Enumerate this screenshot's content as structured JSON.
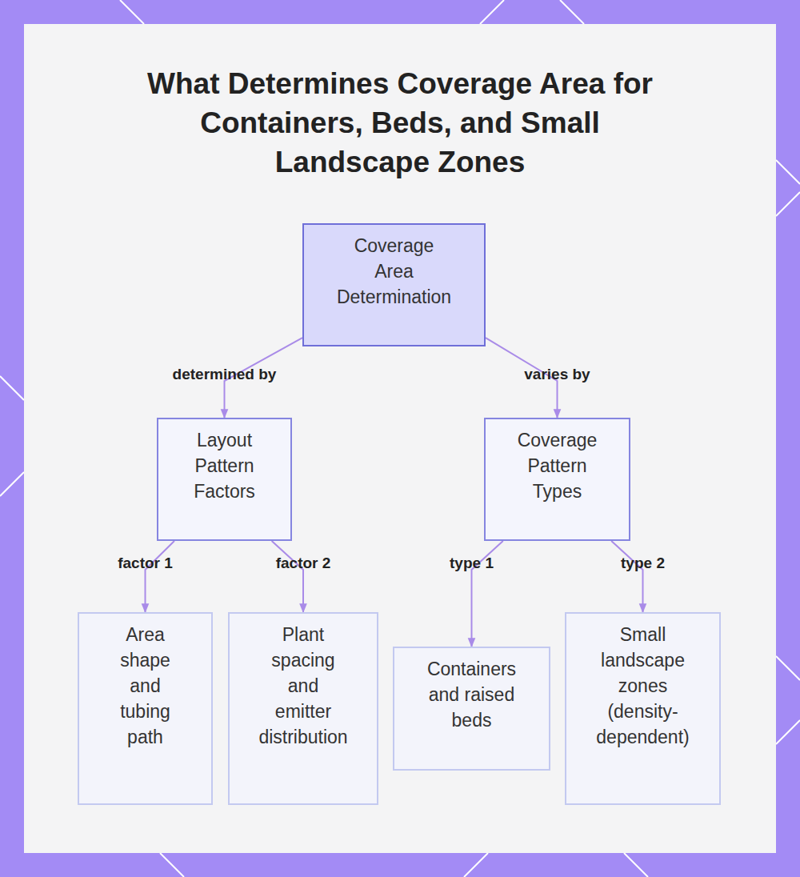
{
  "diagram": {
    "title": "What Determines Coverage Area for Containers, Beds, and Small Landscape Zones",
    "nodes": [
      {
        "text": [
          "Coverage Area Determination"
        ]
      },
      {
        "text": [
          "Layout Pattern Factors"
        ]
      },
      {
        "text": [
          "Coverage Pattern Types"
        ]
      },
      {
        "text": [
          "Area shape and tubing path"
        ]
      },
      {
        "text": [
          "Plant spacing and emitter distribution"
        ]
      },
      {
        "text": [
          "Containers and raised beds"
        ]
      },
      {
        "text": [
          "Small landscape zones (density-dependent)"
        ]
      }
    ],
    "edges": [
      {
        "from": 0,
        "to": 1,
        "label": "determined by",
        "arrow": "to"
      },
      {
        "from": 0,
        "to": 2,
        "label": "varies by",
        "arrow": "to"
      },
      {
        "from": 1,
        "to": 3,
        "label": "factor 1",
        "arrow": "to"
      },
      {
        "from": 1,
        "to": 4,
        "label": "factor 2",
        "arrow": "to"
      },
      {
        "from": 2,
        "to": 5,
        "label": "type 1",
        "arrow": "to"
      },
      {
        "from": 2,
        "to": 6,
        "label": "type 2",
        "arrow": "to"
      }
    ]
  }
}
